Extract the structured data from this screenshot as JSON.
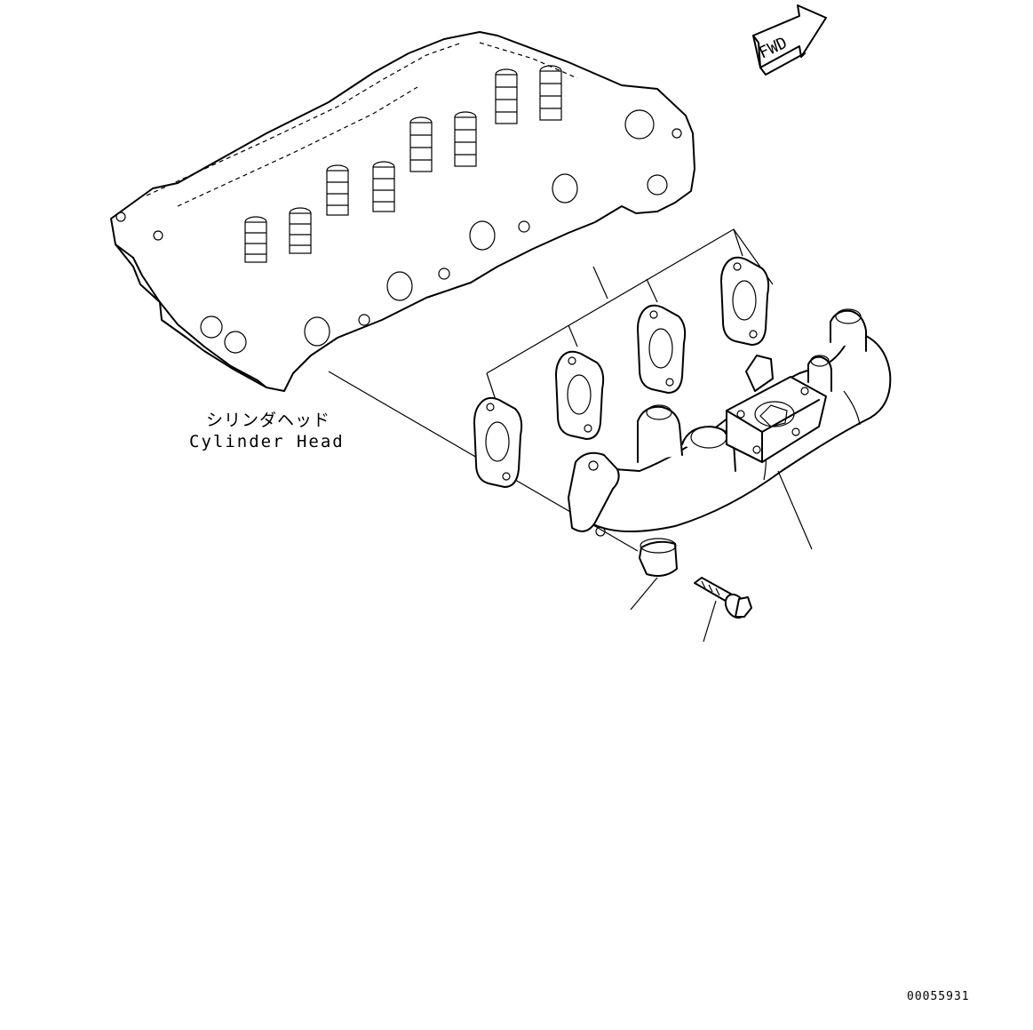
{
  "labels": {
    "cylinder_head_jp": "シリンダヘッド",
    "cylinder_head_en": "Cylinder Head",
    "fwd_arrow": "FWD",
    "document_number": "00055931"
  },
  "icons": {
    "fwd_arrow": "forward-direction-arrow-icon"
  },
  "colors": {
    "line": "#000000",
    "background": "#ffffff"
  }
}
